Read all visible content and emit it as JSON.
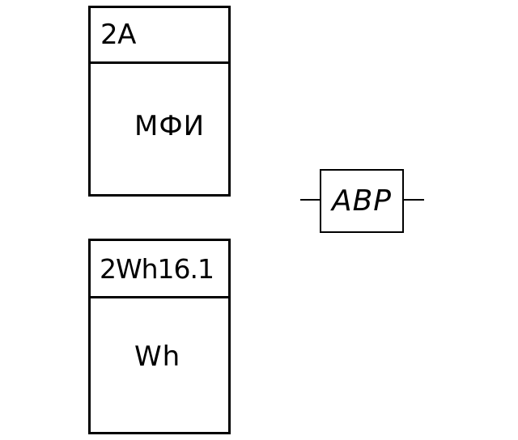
{
  "diagram": {
    "blocks": [
      {
        "designation": "2A",
        "function": "МФИ"
      },
      {
        "designation": "2Wh16.1",
        "function": "Wh"
      }
    ],
    "switch": {
      "label": "ABP"
    }
  }
}
